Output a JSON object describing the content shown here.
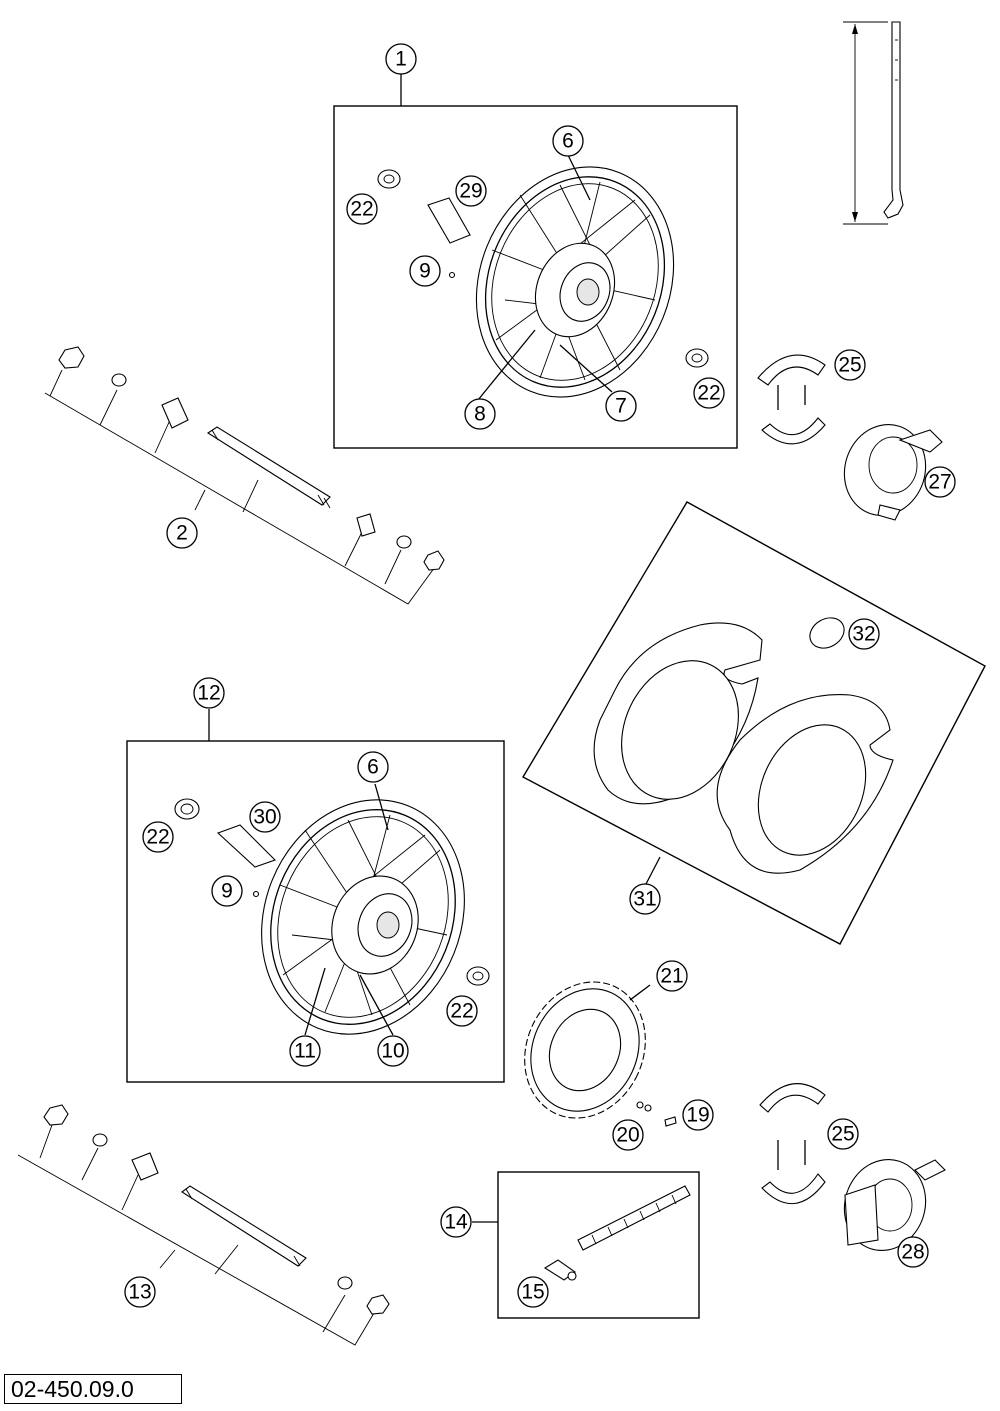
{
  "diagram": {
    "document_code": "02-450.09.0",
    "callouts": [
      {
        "id": "c1",
        "label": "1"
      },
      {
        "id": "c6a",
        "label": "6"
      },
      {
        "id": "c29",
        "label": "29"
      },
      {
        "id": "c22a",
        "label": "22"
      },
      {
        "id": "c9a",
        "label": "9"
      },
      {
        "id": "c8",
        "label": "8"
      },
      {
        "id": "c7",
        "label": "7"
      },
      {
        "id": "c22b",
        "label": "22"
      },
      {
        "id": "c25a",
        "label": "25"
      },
      {
        "id": "c27",
        "label": "27"
      },
      {
        "id": "c2",
        "label": "2"
      },
      {
        "id": "c32",
        "label": "32"
      },
      {
        "id": "c31",
        "label": "31"
      },
      {
        "id": "c12",
        "label": "12"
      },
      {
        "id": "c6b",
        "label": "6"
      },
      {
        "id": "c30",
        "label": "30"
      },
      {
        "id": "c22c",
        "label": "22"
      },
      {
        "id": "c9b",
        "label": "9"
      },
      {
        "id": "c11",
        "label": "11"
      },
      {
        "id": "c10",
        "label": "10"
      },
      {
        "id": "c22d",
        "label": "22"
      },
      {
        "id": "c21",
        "label": "21"
      },
      {
        "id": "c19",
        "label": "19"
      },
      {
        "id": "c20",
        "label": "20"
      },
      {
        "id": "c25b",
        "label": "25"
      },
      {
        "id": "c14",
        "label": "14"
      },
      {
        "id": "c15",
        "label": "15"
      },
      {
        "id": "c28",
        "label": "28"
      },
      {
        "id": "c13",
        "label": "13"
      }
    ]
  }
}
